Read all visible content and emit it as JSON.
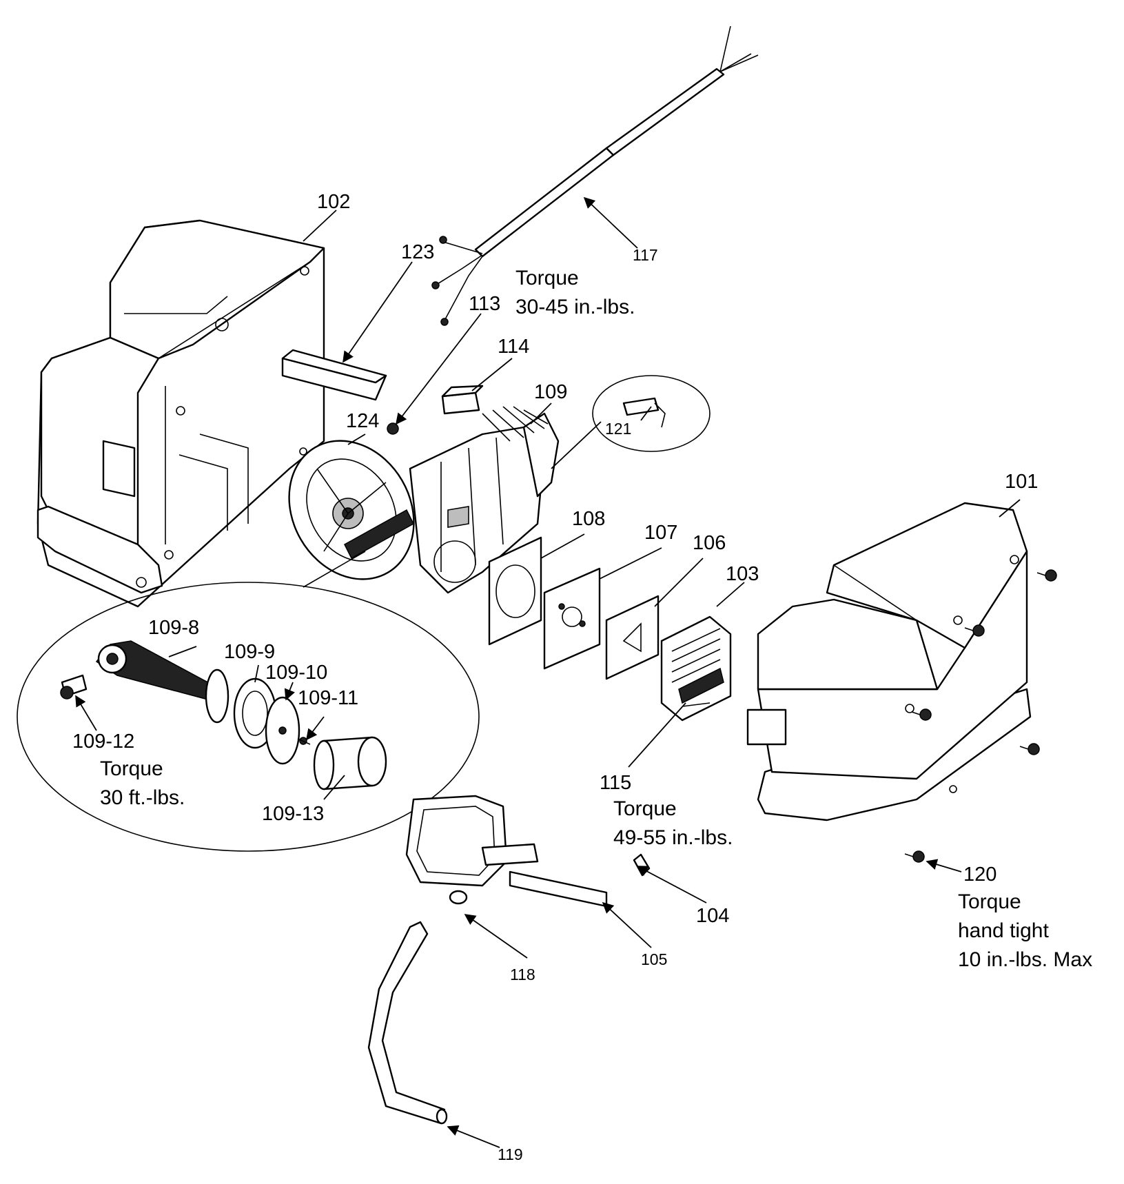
{
  "part_labels": {
    "p101": "101",
    "p102": "102",
    "p103": "103",
    "p104": "104",
    "p105": "105",
    "p106": "106",
    "p107": "107",
    "p108": "108",
    "p109": "109",
    "p109_8": "109-8",
    "p109_9": "109-9",
    "p109_10": "109-10",
    "p109_11": "109-11",
    "p109_12": "109-12",
    "p109_13": "109-13",
    "p113": "113",
    "p114": "114",
    "p115": "115",
    "p117": "117",
    "p118": "118",
    "p119": "119",
    "p120": "120",
    "p121": "121",
    "p123": "123",
    "p124": "124"
  },
  "torque_notes": {
    "cord": [
      "Torque",
      "30-45 in.-lbs."
    ],
    "rod": [
      "Torque",
      "30 ft.-lbs."
    ],
    "head": [
      "Torque",
      "49-55 in.-lbs."
    ],
    "shroud": [
      "Torque",
      "hand tight",
      "10 in.-lbs. Max"
    ]
  }
}
